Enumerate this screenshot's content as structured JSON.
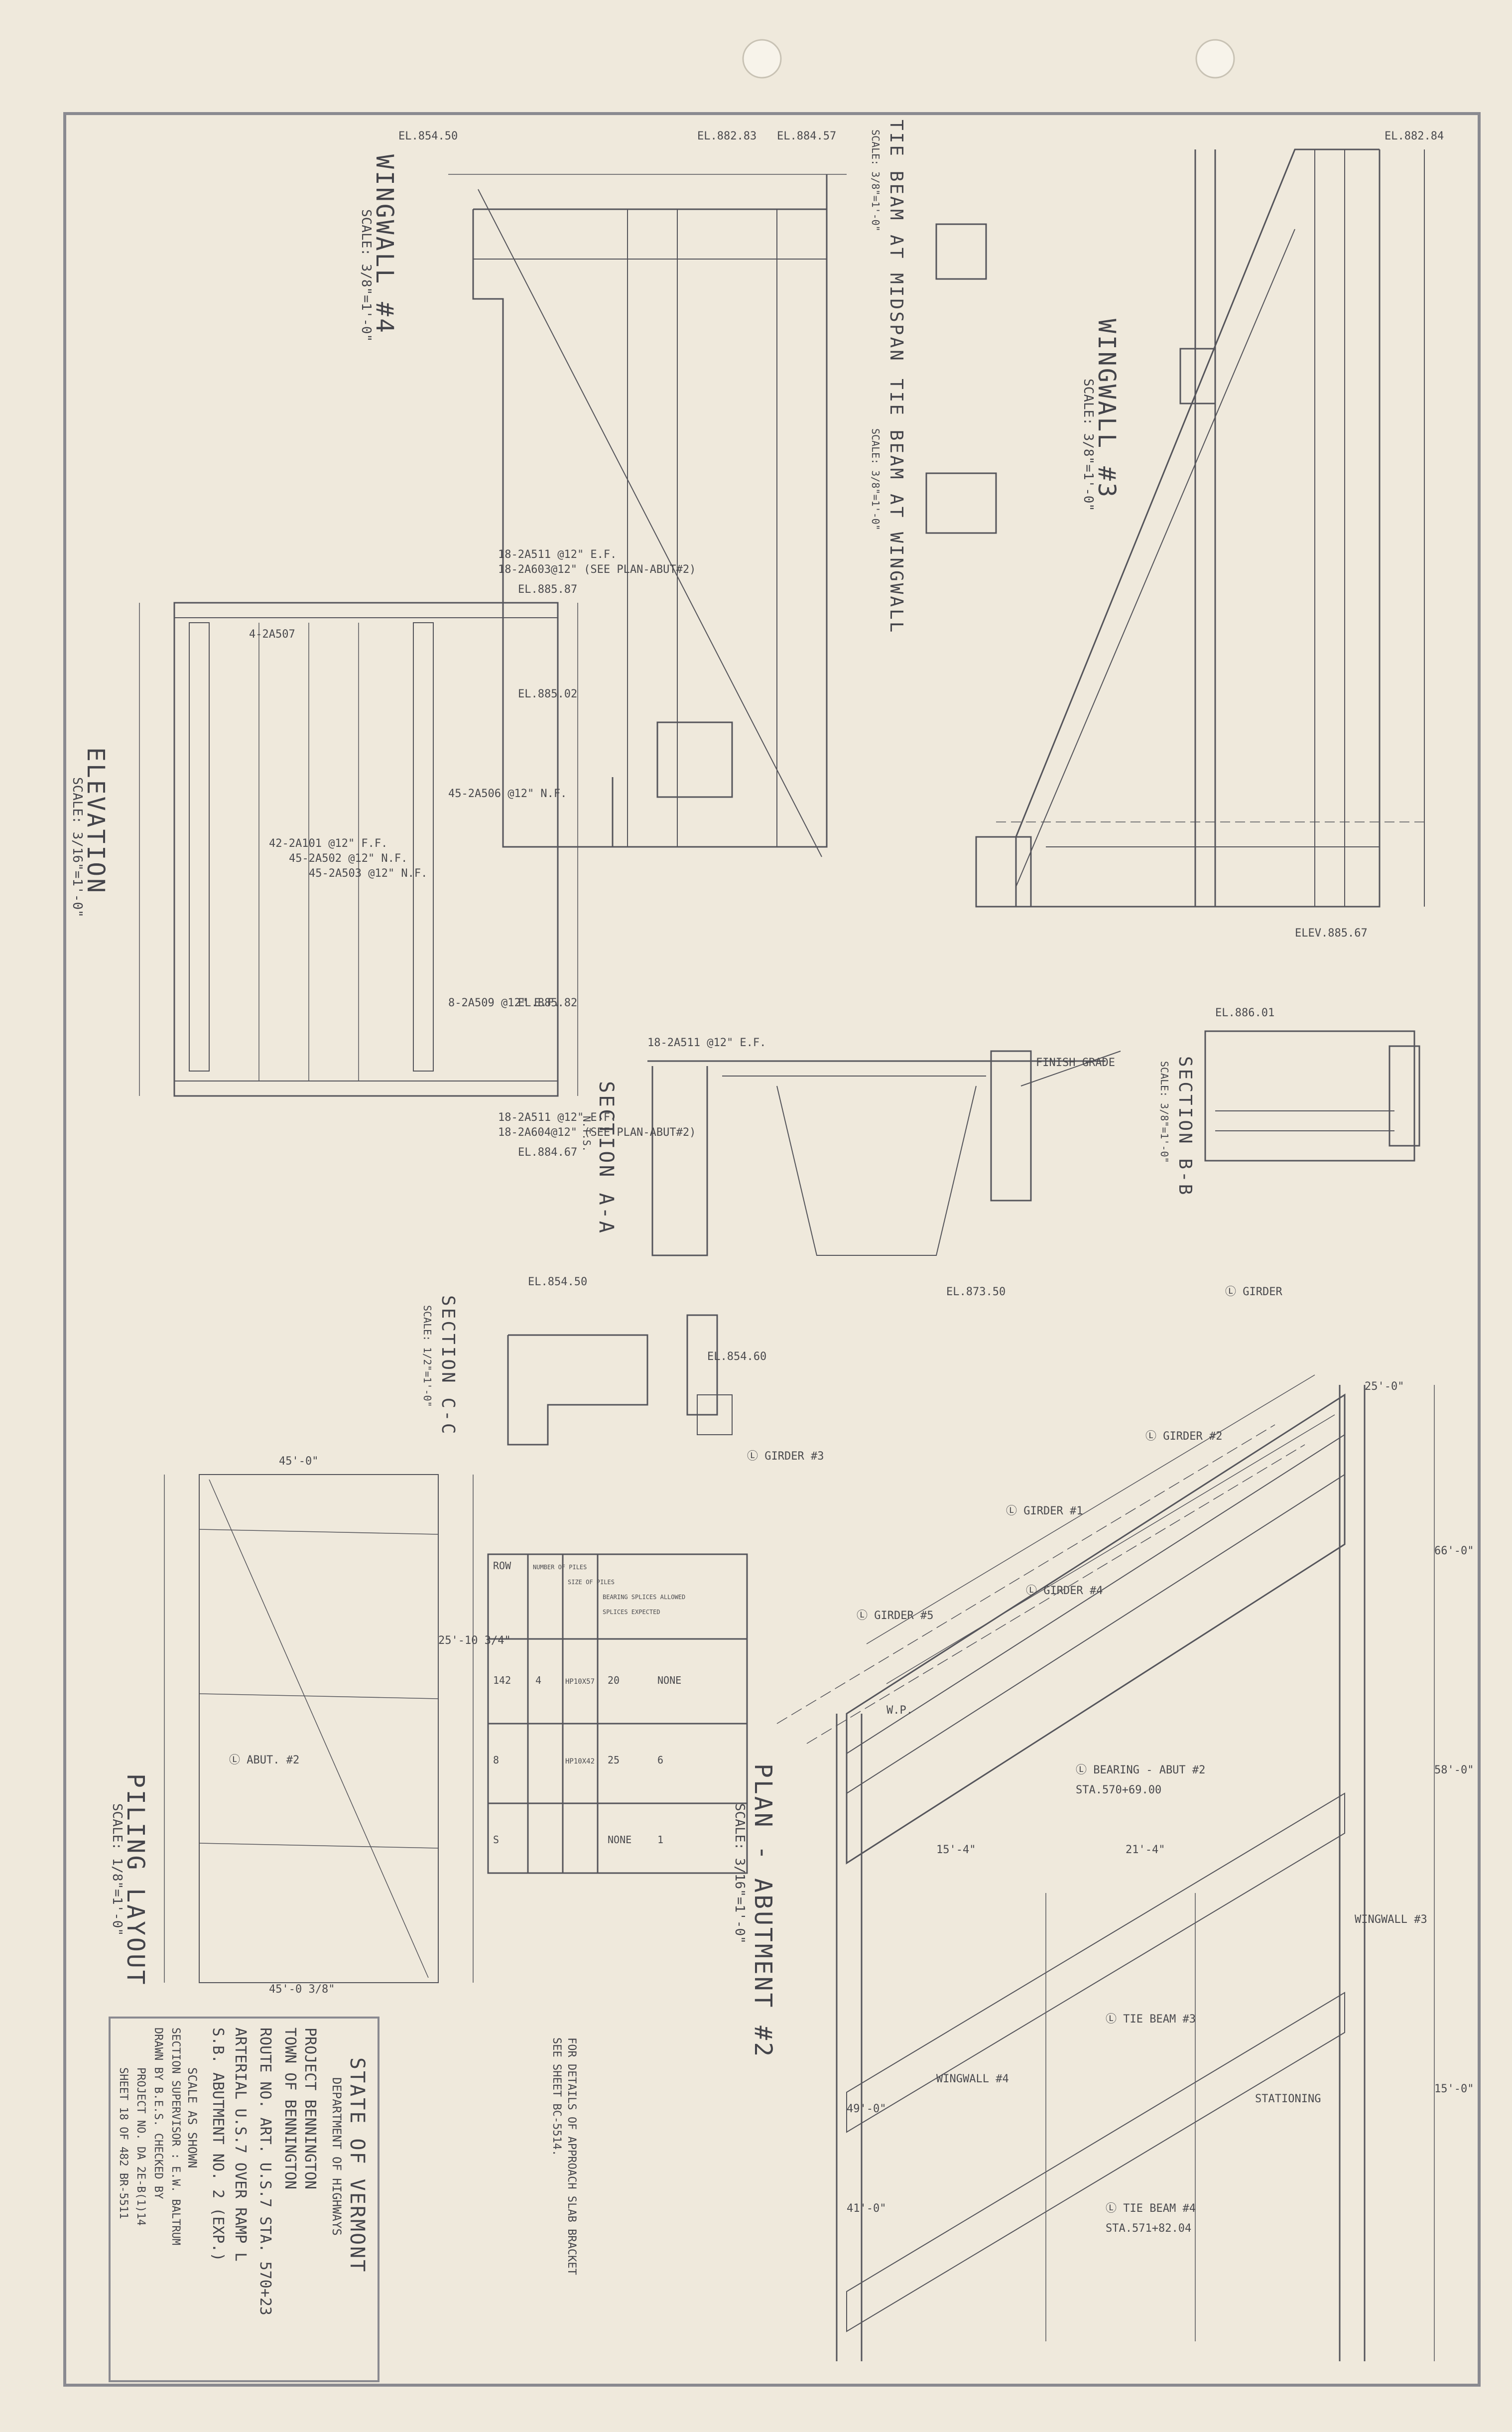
{
  "views": {
    "wingwall3": {
      "title": "WINGWALL #3",
      "scale": "SCALE: 3/8\"=1'-0\""
    },
    "wingwall4": {
      "title": "WINGWALL #4",
      "scale": "SCALE: 3/8\"=1'-0\""
    },
    "tie_midspan": {
      "title": "TIE BEAM AT MIDSPAN",
      "scale": "SCALE: 3/8\"=1'-0\""
    },
    "tie_wingwall": {
      "title": "TIE BEAM AT WINGWALL",
      "scale": "SCALE: 3/8\"=1'-0\""
    },
    "elevation": {
      "title": "ELEVATION",
      "scale": "SCALE: 3/16\"=1'-0\""
    },
    "section_aa": {
      "title": "SECTION A-A",
      "scale": "N.T.S."
    },
    "section_bb": {
      "title": "SECTION B-B",
      "scale": "SCALE: 3/8\"=1'-0\""
    },
    "section_cc": {
      "title": "SECTION C-C",
      "scale": "SCALE: 1/2\"=1'-0\""
    },
    "plan": {
      "title": "PLAN - ABUTMENT #2",
      "scale": "SCALE: 3/16\"=1'-0\""
    },
    "piling": {
      "title": "PILING LAYOUT",
      "scale": "SCALE: 1/8\"=1'-0\""
    }
  },
  "notes": {
    "approach": "FOR DETAILS OF APPROACH SLAB BRACKET",
    "approach2": "SEE SHEET BC-5514."
  },
  "labels": {
    "el1": "EL.882.84",
    "el2": "EL.882.83",
    "el3": "EL.884.57",
    "el4": "EL.854.50",
    "el5": "EL.885.87",
    "el6": "EL.885.02",
    "el7": "EL.873.50",
    "el8": "EL.885.82",
    "el9": "EL.884.67",
    "el10": "EL.854.60",
    "el11": "ELEV.885.67",
    "el12": "EL.886.01",
    "bar1": "18-2A511 @12\" E.F.",
    "bar2": "18-2A603@12\" (SEE PLAN-ABUT#2)",
    "bar3": "18-2A511 @12\" E.F.",
    "bar4": "18-2A604@12\" (SEE PLAN-ABUT#2)",
    "bar5": "42-2A101 @12\" F.F.",
    "bar6": "45-2A502 @12\" N.F.",
    "bar7": "45-2A503 @12\" N.F.",
    "bar8": "8-2A509 @12\" E.F.",
    "bar9": "45-2A506 @12\" N.F.",
    "bar10": "4-2A507",
    "wing3": "WINGWALL #3",
    "wing4": "WINGWALL #4",
    "girder1": "Ⓛ GIRDER #1",
    "girder2": "Ⓛ GIRDER #2",
    "girder3": "Ⓛ GIRDER #3",
    "girder4": "Ⓛ GIRDER #4",
    "girder5": "Ⓛ GIRDER #5",
    "bearing": "Ⓛ BEARING - ABUT #2",
    "tie3": "Ⓛ TIE BEAM #3",
    "tie4": "Ⓛ TIE BEAM #4",
    "sta1": "STA.570+69.00",
    "sta2": "STA.571+82.04",
    "dim1": "25'-0\"",
    "dim2": "15'-4\"",
    "dim3": "21'-4\"",
    "dim4": "66'-0\"",
    "dim5": "58'-0\"",
    "dim6": "49'-0\"",
    "dim7": "41'-0\"",
    "dim8": "15'-0\"",
    "dim9": "45'-0\"",
    "dim10": "45'-0 3/8\"",
    "dim11": "25'-10 3/4\"",
    "stationing": "STATIONING",
    "finish": "FINISH GRADE",
    "girder_cl": "Ⓛ GIRDER",
    "wp": "W.P.",
    "ctr": "Ⓛ ABUT. #2"
  },
  "pile_table": {
    "headers": [
      "NUMBER OF PILES",
      "SIZE OF PILES",
      "BEARING SPLICES ALLOWED",
      "SPLICES EXPECTED"
    ],
    "row_labels": [
      "ROW",
      "142",
      "8",
      "S"
    ],
    "rows": [
      [
        "4",
        "HP10X57",
        "20",
        "NONE"
      ],
      [
        "",
        "HP10X42",
        "25",
        "6"
      ],
      [
        "",
        "",
        "NONE",
        "1"
      ]
    ]
  },
  "title_block": {
    "state": "STATE OF VERMONT",
    "dept": "DEPARTMENT OF HIGHWAYS",
    "project": "PROJECT  BENNINGTON",
    "town": "TOWN OF  BENNINGTON",
    "route": "ROUTE NO. ART. U.S.7     STA. 570+23",
    "arterial": "ARTERIAL U.S.7 OVER RAMP L",
    "abutment": "S.B. ABUTMENT NO. 2 (EXP.)",
    "scale": "SCALE  AS SHOWN",
    "supervisor": "SECTION SUPERVISOR : E.W. BALTRUM",
    "drawn": "DRAWN BY B.E.S.  CHECKED BY",
    "project_no": "PROJECT NO.  DA 2E-B(1)14",
    "sheet": "SHEET 18 OF 482       BR-5511"
  },
  "palette": {
    "paper": "#efe9dc",
    "ink": "#4a4a4e",
    "border": "#8a8a90"
  }
}
